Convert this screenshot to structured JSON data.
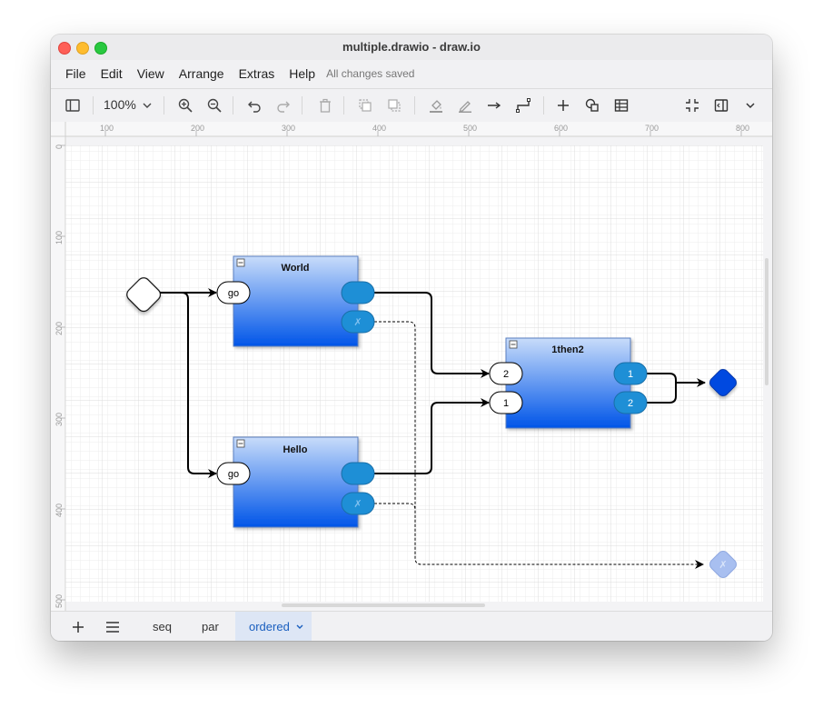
{
  "window": {
    "title": "multiple.drawio - draw.io"
  },
  "menu": {
    "items": [
      "File",
      "Edit",
      "View",
      "Arrange",
      "Extras",
      "Help"
    ],
    "status": "All changes saved"
  },
  "toolbar": {
    "zoom": "100%",
    "icons": [
      "sidebar-toggle-icon",
      "zoom-in-icon",
      "zoom-out-icon",
      "undo-icon",
      "redo-icon",
      "delete-icon",
      "to-front-icon",
      "to-back-icon",
      "fill-color-icon",
      "line-color-icon",
      "connection-icon",
      "waypoint-icon",
      "insert-icon",
      "shapes-icon",
      "table-icon",
      "fullscreen-icon",
      "format-panel-icon",
      "chevron-down-icon"
    ]
  },
  "ruler": {
    "h_labels": [
      "100",
      "200",
      "300",
      "400",
      "500",
      "600",
      "700",
      "800"
    ],
    "v_labels": [
      "0",
      "100",
      "200",
      "300",
      "400",
      "500"
    ]
  },
  "diagram": {
    "world": {
      "title": "World",
      "in": "go",
      "out_empty": "",
      "out_x": "✗"
    },
    "hello": {
      "title": "Hello",
      "in": "go",
      "out_empty": "",
      "out_x": "✗"
    },
    "then": {
      "title": "1then2",
      "in_top": "2",
      "in_bottom": "1",
      "out_top": "1",
      "out_bottom": "2"
    },
    "fail_end": "✗",
    "colors": {
      "accent": "#1e8fd6",
      "gradient_top": "#c8dcfa",
      "gradient_bottom": "#0055e8",
      "end": "#0048e0"
    }
  },
  "tabs": {
    "items": [
      "seq",
      "par",
      "ordered"
    ],
    "active": "ordered"
  }
}
